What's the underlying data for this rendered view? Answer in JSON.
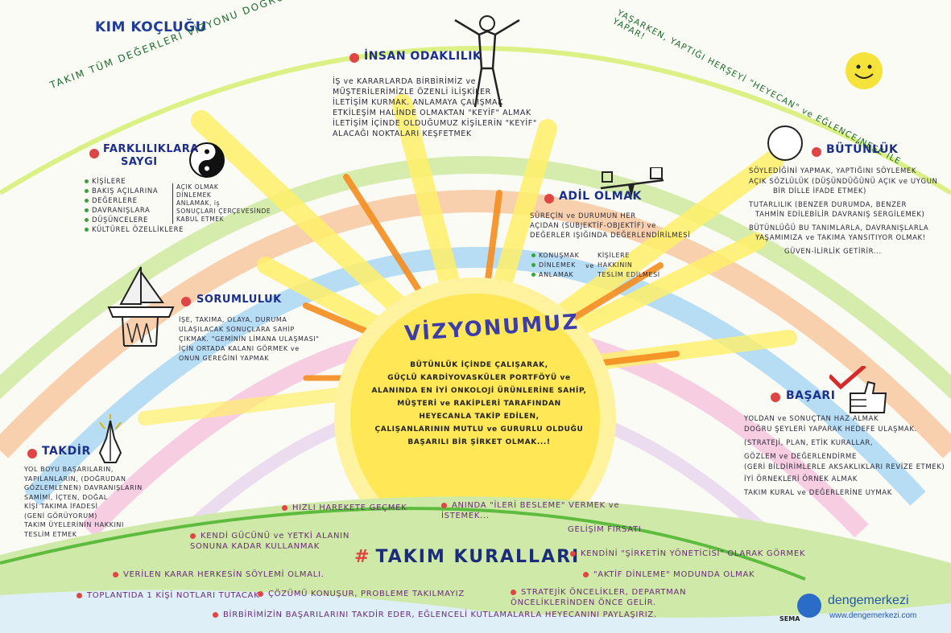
{
  "header": {
    "title_left": "KIM KOÇLUĞU",
    "arc_left": "TAKIM TÜM DEĞERLERİ VİZYONU DOĞRULTUSUNDA",
    "arc_right": "YAŞARKEN, YAPTIĞI HERŞEYİ \"HEYECAN\" ve EĞLENCE/NEŞE İLE YAPAR!"
  },
  "values": {
    "insan": {
      "title": "İNSAN ODAKLILIK",
      "lines": [
        "İŞ ve KARARLARDA BİRBİRİMİZ ve",
        "MÜŞTERİLERİMİZLE ÖZENLİ İLİŞKİLER",
        "İLETİŞİM KURMAK. ANLAMAYA ÇALIŞMAK",
        "ETKİLEŞİM HALİNDE OLMAKTAN \"KEYİF\" ALMAK",
        "İLETİŞİM İÇİNDE OLDUĞUMUZ KİŞİLERİN \"KEYİF\"",
        "ALACAĞI NOKTALARI KEŞFETMEK"
      ]
    },
    "farklilik": {
      "title_1": "FARKLILIKLARA",
      "title_2": "SAYGI",
      "items": [
        "KİŞİLERE",
        "BAKIŞ AÇILARINA",
        "DEĞERLERE",
        "DAVRANIŞLARA",
        "DÜŞÜNCELERE",
        "KÜLTÜREL ÖZELLİKLERE"
      ],
      "side": [
        "AÇIK OLMAK",
        "DİNLEMEK",
        "ANLAMAK, iş",
        "SONUÇLARI ÇERÇEVESİNDE",
        "KABUL ETMEK"
      ]
    },
    "butunluk": {
      "title": "BÜTÜNLÜK",
      "lines": [
        "SÖYLEDİĞİNİ YAPMAK, YAPTIĞINI SÖYLEMEK",
        "AÇIK SÖZLÜLÜK (DÜŞÜNDÜĞÜNÜ AÇIK ve UYGUN",
        "BİR DİLLE İFADE ETMEK)",
        "TUTARLILIK (BENZER DURUMDA, BENZER",
        "TAHMİN EDİLEBİLİR DAVRANIŞ SERGİLEMEK)",
        "BÜTÜNLÜĞÜ BU TANIMLARLA, DAVRANIŞLARLA",
        "YAŞAMIMIZA ve TAKIMA YANSITIYOR OLMAK!",
        "GÜVEN-İLİRLİK GETİRİR..."
      ]
    },
    "adil": {
      "title": "ADİL OLMAK",
      "lines": [
        "SÜREÇİN ve DURUMUN HER",
        "AÇIDAN (SUBJEKTİF-OBJEKTİF) ve",
        "DEĞERLER IŞIĞINDA DEĞERLENDİRİLMESİ"
      ],
      "left": [
        "KONUŞMAK",
        "DİNLEMEK",
        "ANLAMAK"
      ],
      "conj": "ve",
      "right": [
        "KİŞİLERE",
        "HAKKININ",
        "TESLİM EDİLMESİ"
      ]
    },
    "sorumluluk": {
      "title": "SORUMLULUK",
      "lines": [
        "İŞE, TAKIMA, OLAYA, DURUMA",
        "ULAŞILACAK SONUÇLARA SAHİP",
        "ÇIKMAK. \"GEMİNİN LİMANA ULAŞMASI\"",
        "İÇİN ORTADA KALANI GÖRMEK ve",
        "ONUN GEREĞİNİ YAPMAK"
      ]
    },
    "takdir": {
      "title": "TAKDİR",
      "lines": [
        "YOL BOYU BAŞARILARIN,",
        "YAPILANLARIN, (DOĞRUDAN",
        "GÖZLEMLENEN) DAVRANIŞLARIN",
        "SAMİMİ, İÇTEN, DOĞAL",
        "KİŞİ TAKIMA İFADESİ",
        "(GENİ GÖRÜYORUM)",
        "TAKIM ÜYELERİNİN HAKKINI",
        "TESLİM ETMEK"
      ]
    },
    "basari": {
      "title": "BAŞARI",
      "lines": [
        "YOLDAN ve SONUÇTAN HAZ ALMAK",
        "DOĞRU ŞEYLERİ YAPARAK HEDEFE ULAŞMAK.",
        "(STRATEJİ, PLAN, ETİK KURALLAR,",
        "GÖZLEM ve DEĞERLENDİRME",
        "(GERİ BİLDİRİMLERLE AKSAKLIKLARI REVİZE ETMEK)",
        "İYİ ÖRNEKLERİ ÖRNEK ALMAK",
        "TAKIM KURAL ve DEĞERLERİNE UYMAK"
      ]
    }
  },
  "vision": {
    "title": "VİZYONUMUZ",
    "lines": [
      "BÜTÜNLÜK İÇİNDE ÇALIŞARAK,",
      "GÜÇLÜ KARDİYOVASKÜLER PORTFÖYÜ ve",
      "ALANINDA EN İYİ ONKOLOJİ ÜRÜNLERİNE SAHİP,",
      "MÜŞTERİ ve RAKİPLERİ TARAFINDAN",
      "HEYECANLA TAKİP EDİLEN,",
      "ÇALIŞANLARININ MUTLU ve GURURLU OLDUĞU",
      "BAŞARILI BİR ŞİRKET OLMAK...!"
    ]
  },
  "rules": {
    "title": "TAKIM KURALLARI",
    "title_mark": "#",
    "items": [
      "HIZLI HAREKETE GEÇMEK",
      "ANINDA \"İLERİ BESLEME\" VERMEK ve İSTEMEK...",
      "GELİŞİM FIRSATI",
      "KENDİ GÜCÜNÜ ve YETKİ ALANIN SONUNA KADAR KULLANMAK",
      "KENDİNİ \"ŞİRKETİN YÖNETİCİSİ\" OLARAK GÖRMEK",
      "VERİLEN KARAR HERKESİN SÖYLEMİ OLMALI.",
      "\"AKTİF DİNLEME\" MODUNDA OLMAK",
      "TOPLANTIDA 1 KİŞİ NOTLARI TUTACAK",
      "ÇÖZÜMÜ KONUŞUR, PROBLEME TAKILMAYIZ",
      "STRATEJİK ÖNCELİKLER, DEPARTMAN ÖNCELİKLERİNDEN ÖNCE GELİR.",
      "BİRBİRİMİZİN BAŞARILARINI TAKDİR EDER, EĞLENCELİ KUTLAMALARLA HEYECANINI PAYLAŞIRIZ."
    ]
  },
  "brand": {
    "name": "dengemerkezi",
    "url": "www.dengemerkezi.com",
    "signature": "SEMA"
  },
  "colors": {
    "accent_red": "#e04545",
    "title_blue": "#1c2f8a",
    "sun_yellow": "#ffe54d",
    "ray_orange": "#f58d1f"
  }
}
